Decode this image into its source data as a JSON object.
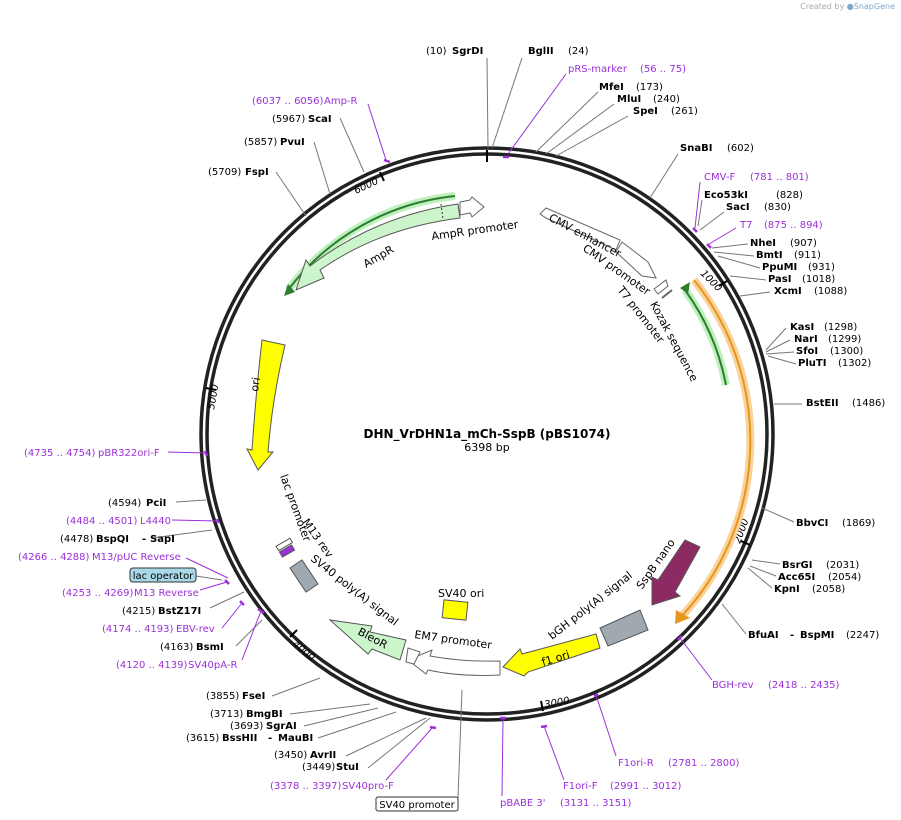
{
  "credit": {
    "prefix": "Created by",
    "brand": "SnapGene"
  },
  "plasmid": {
    "name": "DHN_VrDHN1a_mCh-SspB (pBS1074)",
    "length_label": "6398 bp",
    "length": 6398
  },
  "colors": {
    "enzyme": "#000000",
    "primer": "#9b30d9",
    "feature_green": "#ccf5cc",
    "feature_yellow": "#ffff00",
    "feature_grey": "#a0a8b0",
    "feature_purple": "#8c2a64",
    "orange_track": "#f0a030",
    "green_track": "#2e7d2e"
  },
  "tick_labels": [
    "1000",
    "2000",
    "3000",
    "4000",
    "5000",
    "6000"
  ],
  "enzymes": [
    {
      "name": "SgrDI",
      "pos": "(10)"
    },
    {
      "name": "BglII",
      "pos": "(24)"
    },
    {
      "name": "MfeI",
      "pos": "(173)"
    },
    {
      "name": "MluI",
      "pos": "(240)"
    },
    {
      "name": "SpeI",
      "pos": "(261)"
    },
    {
      "name": "SnaBI",
      "pos": "(602)"
    },
    {
      "name": "Eco53kI",
      "pos": "(828)"
    },
    {
      "name": "SacI",
      "pos": "(830)"
    },
    {
      "name": "NheI",
      "pos": "(907)"
    },
    {
      "name": "BmtI",
      "pos": "(911)"
    },
    {
      "name": "PpuMI",
      "pos": "(931)"
    },
    {
      "name": "PasI",
      "pos": "(1018)"
    },
    {
      "name": "XcmI",
      "pos": "(1088)"
    },
    {
      "name": "KasI",
      "pos": "(1298)"
    },
    {
      "name": "NarI",
      "pos": "(1299)"
    },
    {
      "name": "SfoI",
      "pos": "(1300)"
    },
    {
      "name": "PluTI",
      "pos": "(1302)"
    },
    {
      "name": "BstEII",
      "pos": "(1486)"
    },
    {
      "name": "BbvCI",
      "pos": "(1869)"
    },
    {
      "name": "BsrGI",
      "pos": "(2031)"
    },
    {
      "name": "Acc65I",
      "pos": "(2054)"
    },
    {
      "name": "KpnI",
      "pos": "(2058)"
    },
    {
      "name": "BfuAI",
      "name2": "BspMI",
      "pos": "(2247)"
    },
    {
      "name": "StuI",
      "pos": "(3449)"
    },
    {
      "name": "AvrII",
      "pos": "(3450)"
    },
    {
      "name": "BssHII",
      "name2": "MauBI",
      "pos": "(3615)"
    },
    {
      "name": "SgrAI",
      "pos": "(3693)"
    },
    {
      "name": "BmgBI",
      "pos": "(3713)"
    },
    {
      "name": "FseI",
      "pos": "(3855)"
    },
    {
      "name": "BsmI",
      "pos": "(4163)"
    },
    {
      "name": "BstZ17I",
      "pos": "(4215)"
    },
    {
      "name": "BspQI",
      "name2": "SapI",
      "pos": "(4478)"
    },
    {
      "name": "PciI",
      "pos": "(4594)"
    },
    {
      "name": "FspI",
      "pos": "(5709)"
    },
    {
      "name": "PvuI",
      "pos": "(5857)"
    },
    {
      "name": "ScaI",
      "pos": "(5967)"
    }
  ],
  "primers": [
    {
      "name": "pRS-marker",
      "pos": "(56 .. 75)"
    },
    {
      "name": "CMV-F",
      "pos": "(781 .. 801)"
    },
    {
      "name": "T7",
      "pos": "(875 .. 894)"
    },
    {
      "name": "BGH-rev",
      "pos": "(2418 .. 2435)"
    },
    {
      "name": "F1ori-R",
      "pos": "(2781 .. 2800)"
    },
    {
      "name": "F1ori-F",
      "pos": "(2991 .. 3012)"
    },
    {
      "name": "pBABE 3'",
      "pos": "(3131 .. 3151)"
    },
    {
      "name": "SV40pro-F",
      "pos": "(3378 .. 3397)"
    },
    {
      "name": "SV40pA-R",
      "pos": "(4120 .. 4139)"
    },
    {
      "name": "EBV-rev",
      "pos": "(4174 .. 4193)"
    },
    {
      "name": "M13 Reverse",
      "pos": "(4253 .. 4269)"
    },
    {
      "name": "M13/pUC Reverse",
      "pos": "(4266 .. 4288)"
    },
    {
      "name": "L4440",
      "pos": "(4484 .. 4501)"
    },
    {
      "name": "pBR322ori-F",
      "pos": "(4735 .. 4754)"
    },
    {
      "name": "Amp-R",
      "pos": "(6037 .. 6056)"
    }
  ],
  "boxed_labels": {
    "lac_operator": "lac operator",
    "sv40_promoter": "SV40 promoter"
  },
  "features": {
    "cmv_enhancer": "CMV enhancer",
    "cmv_promoter": "CMV promoter",
    "t7_promoter": "T7 promoter",
    "kozak": "Kozak sequence",
    "sspb_nano": "SspB nano",
    "bgh_polya": "bGH poly(A) signal",
    "f1_ori": "f1 ori",
    "sv40_ori": "SV40 ori",
    "em7_promoter": "EM7 promoter",
    "bleor": "BleoR",
    "sv40_polya": "SV40 poly(A) signal",
    "m13_rev": "M13 rev",
    "lac_promoter": "lac promoter",
    "ori": "ori",
    "ampr": "AmpR",
    "ampr_promoter": "AmpR promoter"
  }
}
